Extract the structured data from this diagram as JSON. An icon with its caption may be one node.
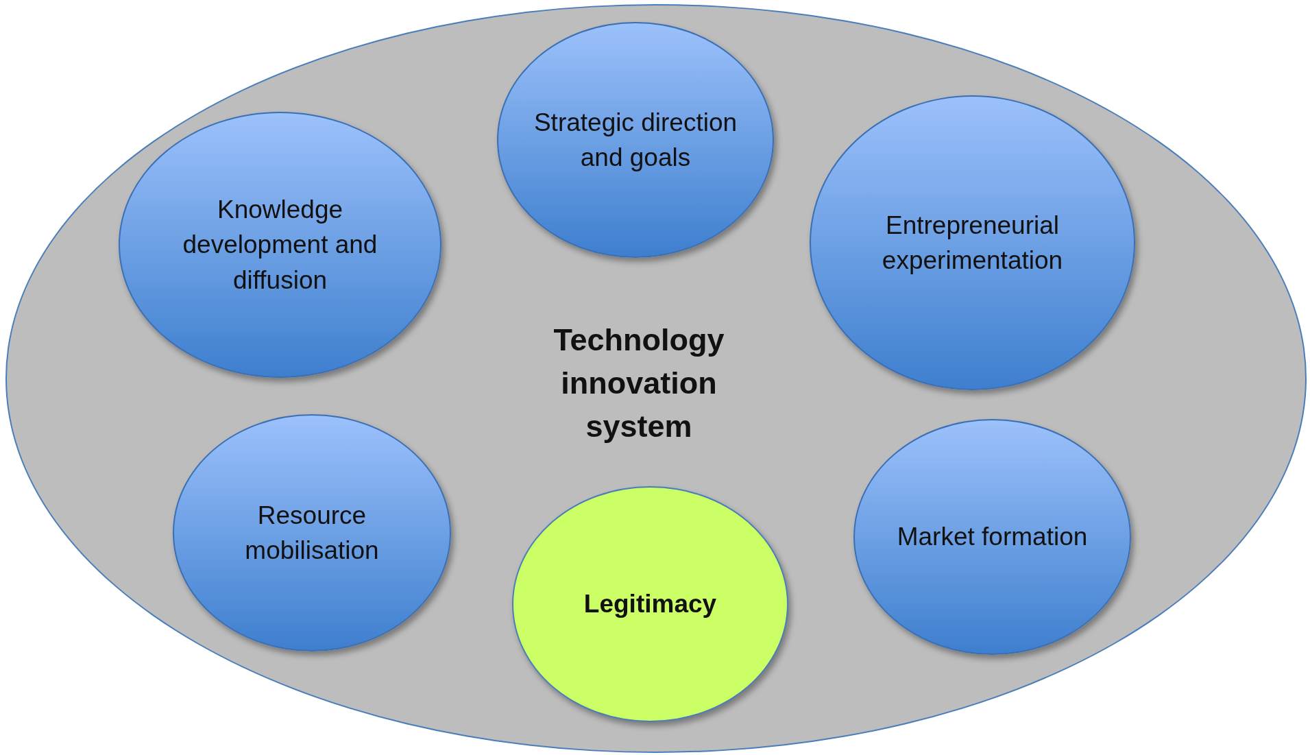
{
  "diagram": {
    "nodes": [
      {
        "text": [
          "Technology innovation system"
        ]
      },
      {
        "text": [
          "Strategic direction and goals"
        ],
        "in": 0
      },
      {
        "text": [
          "Knowledge development and diffusion"
        ],
        "in": 0
      },
      {
        "text": [
          "Entrepreneurial experimentation"
        ],
        "in": 0
      },
      {
        "text": [
          "Resource mobilisation"
        ],
        "in": 0
      },
      {
        "text": [
          "Market formation"
        ],
        "in": 0
      },
      {
        "text": [
          "Legitimacy"
        ],
        "in": 0
      }
    ]
  }
}
